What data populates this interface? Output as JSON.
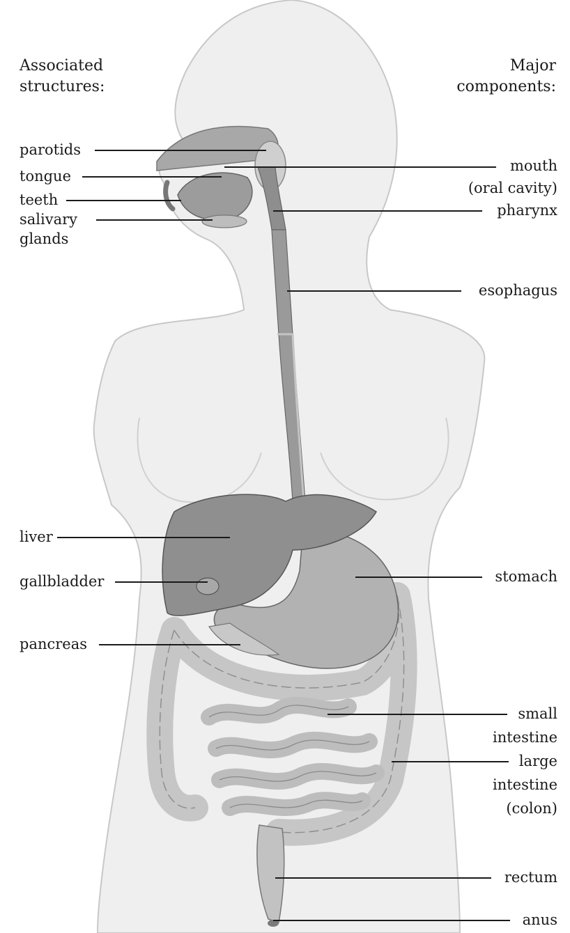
{
  "headings": {
    "left": [
      "Associated",
      "structures:"
    ],
    "right": [
      "Major",
      "components:"
    ]
  },
  "associated_structures": [
    "parotids",
    "tongue",
    "teeth",
    "salivary",
    "glands",
    "liver",
    "gallbladder",
    "pancreas"
  ],
  "major_components": [
    "mouth",
    "(oral cavity)",
    "pharynx",
    "esophagus",
    "stomach",
    "small",
    "intestine",
    "large",
    "intestine",
    "(colon)",
    "rectum",
    "anus"
  ],
  "colors": {
    "background": "#ffffff",
    "body": "#efefef",
    "organ_dark": "#8c8c8c",
    "organ_mid": "#b4b4b4",
    "organ_light": "#d2d2d2",
    "text": "#1a1a1a"
  }
}
